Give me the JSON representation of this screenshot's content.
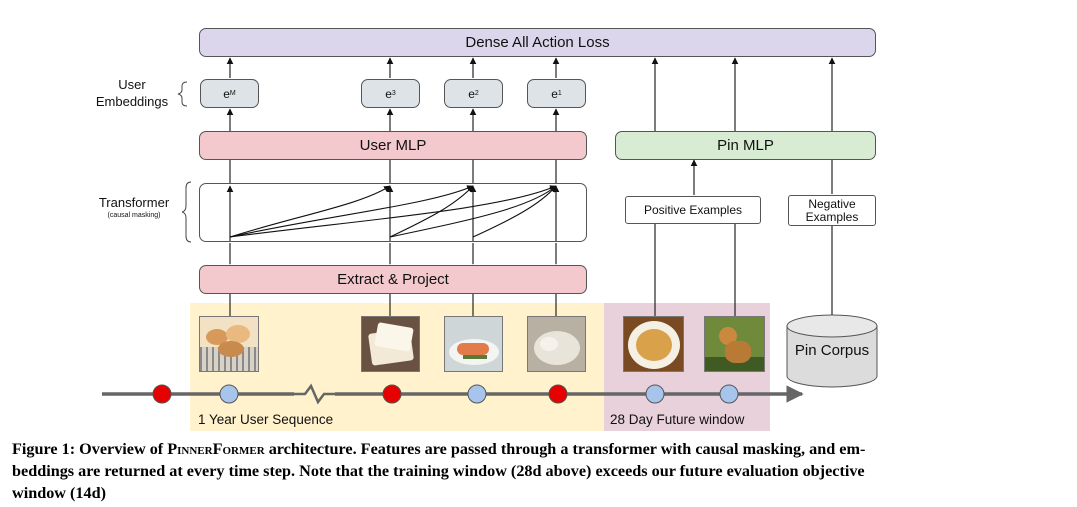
{
  "loss_box": {
    "label": "Dense All Action Loss"
  },
  "user_embeddings_label": [
    "User",
    "Embeddings"
  ],
  "embeddings": [
    {
      "base": "e",
      "sub": "M"
    },
    {
      "base": "e",
      "sub": "3"
    },
    {
      "base": "e",
      "sub": "2"
    },
    {
      "base": "e",
      "sub": "1"
    }
  ],
  "user_mlp": {
    "label": "User MLP"
  },
  "pin_mlp": {
    "label": "Pin MLP"
  },
  "transformer_label": {
    "title": "Transformer",
    "note": "(causal masking)"
  },
  "positive_examples": {
    "label": "Positive Examples"
  },
  "negative_examples": {
    "line1": "Negative",
    "line2": "Examples"
  },
  "extract_project": {
    "label": "Extract & Project"
  },
  "pin_corpus": {
    "label": "Pin Corpus"
  },
  "timeline": {
    "user_sequence_label": "1 Year User Sequence",
    "future_window_label": "28 Day Future window"
  },
  "photos": [
    {
      "icon": "bread-rolls-photo",
      "colors": [
        "#e9b980",
        "#c98a4d",
        "#f3e1c4"
      ]
    },
    {
      "icon": "bread-slices-photo",
      "colors": [
        "#f2ead6",
        "#6a5243",
        "#d9c7a5"
      ]
    },
    {
      "icon": "salmon-dish-photo",
      "colors": [
        "#e37a4a",
        "#cfd6d8",
        "#5b7a3a"
      ]
    },
    {
      "icon": "puppy-sleeping-photo",
      "colors": [
        "#e9e4da",
        "#b8b0a2",
        "#8f8a80"
      ]
    },
    {
      "icon": "pasta-dish-photo",
      "colors": [
        "#d9a24a",
        "#f5efe4",
        "#7a4a22"
      ]
    },
    {
      "icon": "golden-dog-photo",
      "colors": [
        "#c9893f",
        "#6f8a3a",
        "#3f5a22"
      ]
    }
  ],
  "colors": {
    "user_sequence_bg": "#fff2cc",
    "future_window_bg": "#e9d1dc",
    "past_event_dot": "#e60000",
    "engagement_dot": "#a7c5ec",
    "timeline": "#666666"
  },
  "caption": {
    "prefix": "Figure 1: Overview of ",
    "model_name": "PinnerFormer",
    "rest": " architecture. Features are passed through a transformer with causal masking, and em-",
    "line2": "beddings are returned at every time step. Note that the training window (28d above) exceeds our future evaluation objective",
    "line3": "window (14d)"
  }
}
